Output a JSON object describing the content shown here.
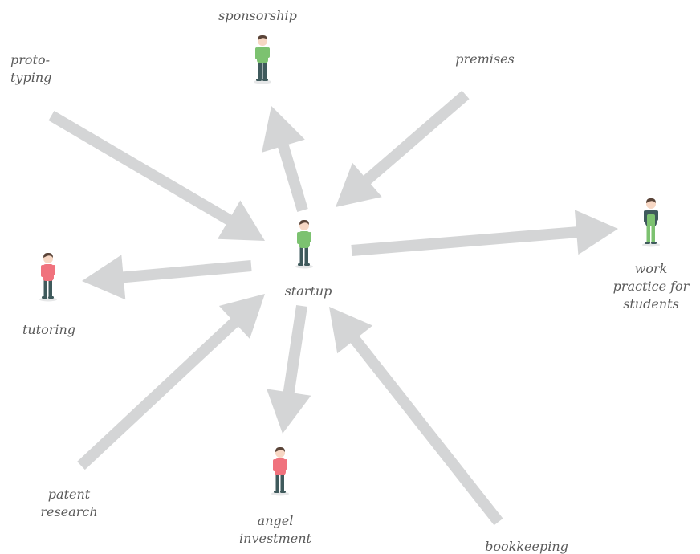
{
  "diagram": {
    "center": {
      "label": "startup",
      "figure": "person-green"
    },
    "nodes": [
      {
        "id": "sponsorship",
        "label": "sponsorship",
        "figure": "person-green",
        "direction": "outgoing"
      },
      {
        "id": "premises",
        "label": "premises",
        "figure": "",
        "direction": "incoming"
      },
      {
        "id": "prototyping",
        "label": "proto-\ntyping",
        "figure": "",
        "direction": "incoming"
      },
      {
        "id": "work-practice",
        "label": "work\npractice for\nstudents",
        "figure": "person-green-overalls",
        "direction": "outgoing"
      },
      {
        "id": "tutoring",
        "label": "tutoring",
        "figure": "person-pink",
        "direction": "outgoing"
      },
      {
        "id": "patent-research",
        "label": "patent\nresearch",
        "figure": "",
        "direction": "incoming"
      },
      {
        "id": "angel-investment",
        "label": "angel\ninvestment",
        "figure": "person-pink",
        "direction": "outgoing"
      },
      {
        "id": "bookkeeping",
        "label": "bookkeeping",
        "figure": "",
        "direction": "incoming"
      }
    ],
    "colors": {
      "arrow": "#d4d5d6",
      "text": "#5a5a5a",
      "green": "#7cc270",
      "pink": "#f0727d",
      "pants": "#3f5a5c",
      "skin": "#f7d7c4",
      "hair": "#5a4438"
    }
  }
}
